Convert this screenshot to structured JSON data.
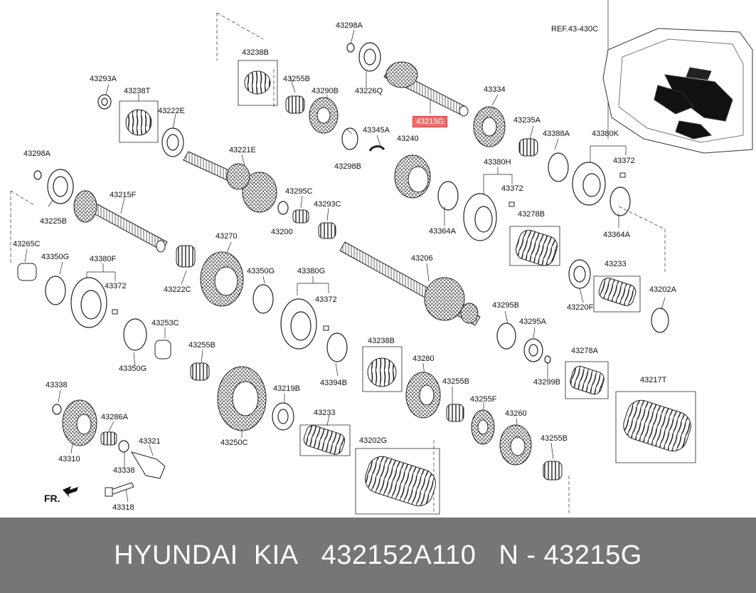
{
  "footer": {
    "brand": "HYUNDAI  KIA",
    "part_number": "432152A110",
    "ref": "N - 43215G"
  },
  "reference_label": "REF.43-430C",
  "front_label": "FR.",
  "highlighted_part": "43215G",
  "parts": [
    {
      "code": "43298A"
    },
    {
      "code": "43238B"
    },
    {
      "code": "43255B"
    },
    {
      "code": "43290B"
    },
    {
      "code": "43226Q"
    },
    {
      "code": "43215G"
    },
    {
      "code": "43334"
    },
    {
      "code": "43293A"
    },
    {
      "code": "43238T"
    },
    {
      "code": "43222E"
    },
    {
      "code": "43345A"
    },
    {
      "code": "43298B"
    },
    {
      "code": "43240"
    },
    {
      "code": "43235A"
    },
    {
      "code": "43388A"
    },
    {
      "code": "43380K"
    },
    {
      "code": "43372"
    },
    {
      "code": "43298A"
    },
    {
      "code": "43221E"
    },
    {
      "code": "43380H"
    },
    {
      "code": "43215F"
    },
    {
      "code": "43295C"
    },
    {
      "code": "43293C"
    },
    {
      "code": "43225B"
    },
    {
      "code": "43200"
    },
    {
      "code": "43372"
    },
    {
      "code": "43278B"
    },
    {
      "code": "43364A"
    },
    {
      "code": "43364A"
    },
    {
      "code": "43265C"
    },
    {
      "code": "43270"
    },
    {
      "code": "43206"
    },
    {
      "code": "43350G"
    },
    {
      "code": "43380F"
    },
    {
      "code": "43350G"
    },
    {
      "code": "43380G"
    },
    {
      "code": "43233"
    },
    {
      "code": "43372"
    },
    {
      "code": "43222C"
    },
    {
      "code": "43372"
    },
    {
      "code": "43220F"
    },
    {
      "code": "43202A"
    },
    {
      "code": "43295B"
    },
    {
      "code": "43253C"
    },
    {
      "code": "43295A"
    },
    {
      "code": "43238B"
    },
    {
      "code": "43255B"
    },
    {
      "code": "43394B"
    },
    {
      "code": "43278A"
    },
    {
      "code": "43350G"
    },
    {
      "code": "43280"
    },
    {
      "code": "43299B"
    },
    {
      "code": "43338"
    },
    {
      "code": "43219B"
    },
    {
      "code": "43255B"
    },
    {
      "code": "43217T"
    },
    {
      "code": "43255F"
    },
    {
      "code": "43286A"
    },
    {
      "code": "43233"
    },
    {
      "code": "43260"
    },
    {
      "code": "43321"
    },
    {
      "code": "43250C"
    },
    {
      "code": "43202G"
    },
    {
      "code": "43255B"
    },
    {
      "code": "43310"
    },
    {
      "code": "43338"
    },
    {
      "code": "43318"
    }
  ]
}
